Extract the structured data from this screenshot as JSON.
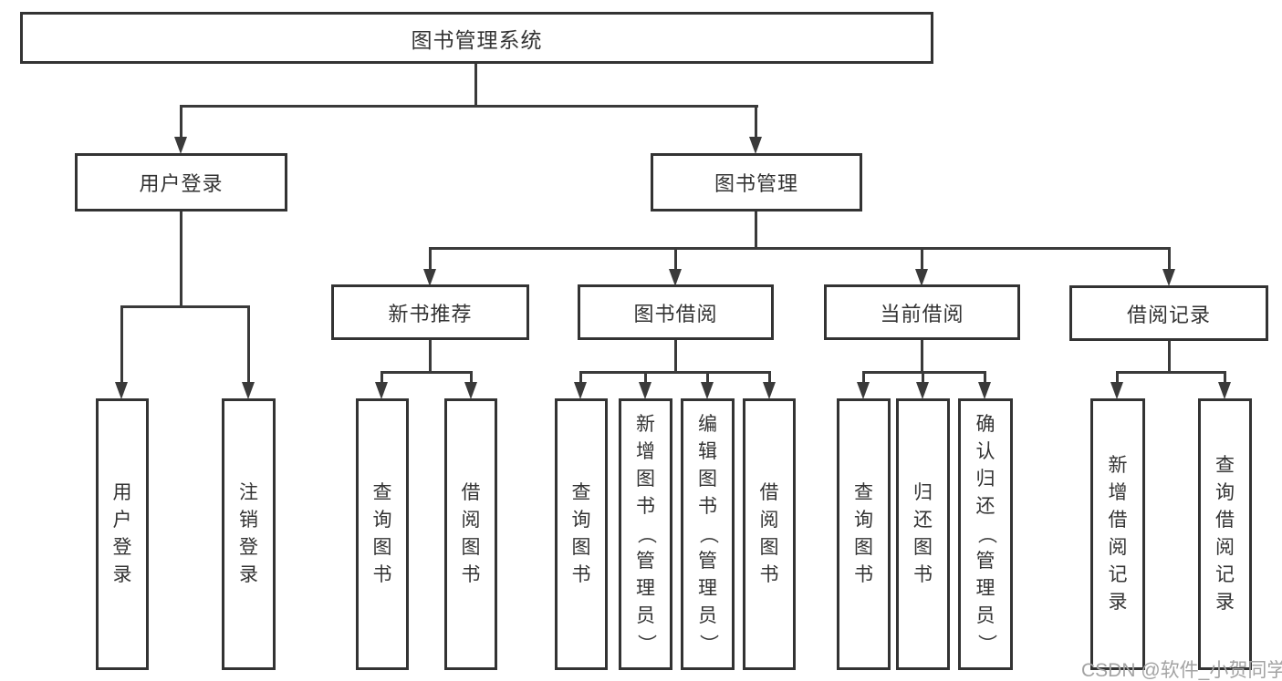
{
  "diagram": {
    "type": "hierarchy-tree",
    "watermark": "CSDN @软件_小贺同学",
    "colors": {
      "line": "#3a3a3a",
      "box_border": "#333333",
      "text": "#333333",
      "background": "#ffffff",
      "watermark": "#a3a3a3"
    },
    "tree": {
      "label": "图书管理系统",
      "children": [
        {
          "label": "用户登录",
          "children": [
            {
              "label": "用户登录"
            },
            {
              "label": "注销登录"
            }
          ]
        },
        {
          "label": "图书管理",
          "children": [
            {
              "label": "新书推荐",
              "children": [
                {
                  "label": "查询图书"
                },
                {
                  "label": "借阅图书"
                }
              ]
            },
            {
              "label": "图书借阅",
              "children": [
                {
                  "label": "查询图书"
                },
                {
                  "label": "新增图书（管理员）"
                },
                {
                  "label": "编辑图书（管理员）"
                },
                {
                  "label": "借阅图书"
                }
              ]
            },
            {
              "label": "当前借阅",
              "children": [
                {
                  "label": "查询图书"
                },
                {
                  "label": "归还图书"
                },
                {
                  "label": "确认归还（管理员）"
                }
              ]
            },
            {
              "label": "借阅记录",
              "children": [
                {
                  "label": "新增借阅记录"
                },
                {
                  "label": "查询借阅记录"
                }
              ]
            }
          ]
        }
      ]
    }
  }
}
